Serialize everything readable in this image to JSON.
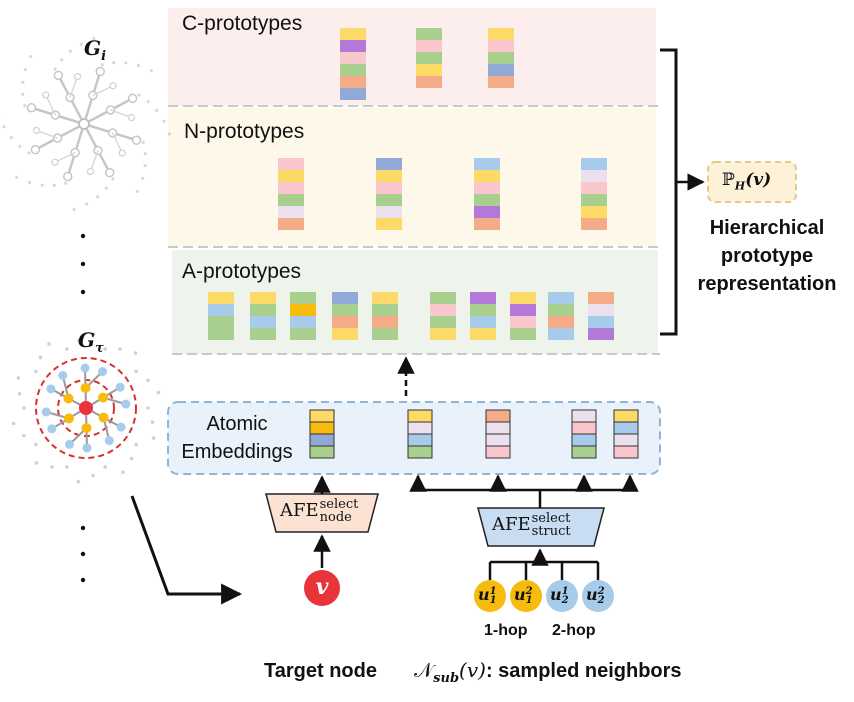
{
  "graphs": {
    "gi_label_main": "G",
    "gi_label_sub": "i",
    "gt_label_main": "G",
    "gt_label_sub": "τ"
  },
  "bands": {
    "c_prototypes": "C-prototypes",
    "n_prototypes": "N-prototypes",
    "a_prototypes": "A-prototypes"
  },
  "output": {
    "prob_symbol": "ℙ",
    "prob_sub": "H",
    "prob_arg": "(v)",
    "title_line1": "Hierarchical",
    "title_line2": "prototype",
    "title_line3": "representation"
  },
  "atomic": {
    "line1": "Atomic",
    "line2": "Embeddings"
  },
  "afe_node": {
    "base": "AFE",
    "sup": "select",
    "sub": "node"
  },
  "afe_struct": {
    "base": "AFE",
    "sup": "select",
    "sub": "struct"
  },
  "target": {
    "symbol": "v",
    "label": "Target node"
  },
  "neighbors": {
    "nodes": [
      {
        "base": "u",
        "sub": "1",
        "sup": "1"
      },
      {
        "base": "u",
        "sub": "1",
        "sup": "2"
      },
      {
        "base": "u",
        "sub": "2",
        "sup": "1"
      },
      {
        "base": "u",
        "sub": "2",
        "sup": "2"
      }
    ],
    "hop1": "1-hop",
    "hop2": "2-hop",
    "set_symbol": "𝒩",
    "set_sub": "sub",
    "set_arg": "(v)",
    "caption": ": sampled neighbors"
  },
  "colors": {
    "yellow": "#fdd968",
    "purple": "#b478d8",
    "pink": "#f9c6cc",
    "green": "#a8cf8e",
    "blue": "#92a8d8",
    "orange": "#f4ab87",
    "lightblue": "#a7cbea",
    "lilac": "#ece0ee",
    "gold": "#f6bb0c",
    "red": "#e8343a",
    "band_c": "#fbeeec",
    "band_n": "#fdf8ea",
    "band_a": "#eef4ec",
    "atomic_bg": "#e9f2fa",
    "afe_node_fill": "#fbe2d3",
    "afe_struct_fill": "#c8dcf2",
    "output_box_fill": "#fdf1d8"
  },
  "stacks": {
    "c": [
      [
        "yellow",
        "purple",
        "pink",
        "green",
        "orange",
        "blue"
      ],
      [
        "green",
        "pink",
        "green",
        "yellow",
        "orange"
      ],
      [
        "yellow",
        "pink",
        "green",
        "blue",
        "orange"
      ]
    ],
    "n": [
      [
        "pink",
        "yellow",
        "pink",
        "green",
        "lilac",
        "orange"
      ],
      [
        "blue",
        "yellow",
        "pink",
        "green",
        "lilac",
        "yellow"
      ],
      [
        "lightblue",
        "yellow",
        "pink",
        "green",
        "purple",
        "orange"
      ],
      [
        "lightblue",
        "lilac",
        "pink",
        "green",
        "yellow",
        "orange"
      ]
    ],
    "a": [
      [
        "yellow",
        "lightblue",
        "green",
        "green"
      ],
      [
        "yellow",
        "green",
        "lightblue",
        "green"
      ],
      [
        "green",
        "gold",
        "lightblue",
        "green"
      ],
      [
        "blue",
        "green",
        "orange",
        "yellow"
      ],
      [
        "yellow",
        "green",
        "orange",
        "green"
      ],
      [
        "green",
        "pink",
        "green",
        "yellow"
      ],
      [
        "purple",
        "green",
        "lightblue",
        "yellow"
      ],
      [
        "yellow",
        "purple",
        "pink",
        "green"
      ],
      [
        "lightblue",
        "green",
        "orange",
        "lightblue"
      ],
      [
        "orange",
        "lilac",
        "lightblue",
        "purple"
      ]
    ],
    "atomic": [
      [
        "yellow",
        "gold",
        "blue",
        "green"
      ],
      [
        "yellow",
        "lilac",
        "lightblue",
        "green"
      ],
      [
        "orange",
        "lilac",
        "lilac",
        "pink"
      ],
      [
        "lilac",
        "pink",
        "lightblue",
        "green"
      ],
      [
        "yellow",
        "lightblue",
        "lilac",
        "pink"
      ]
    ]
  }
}
